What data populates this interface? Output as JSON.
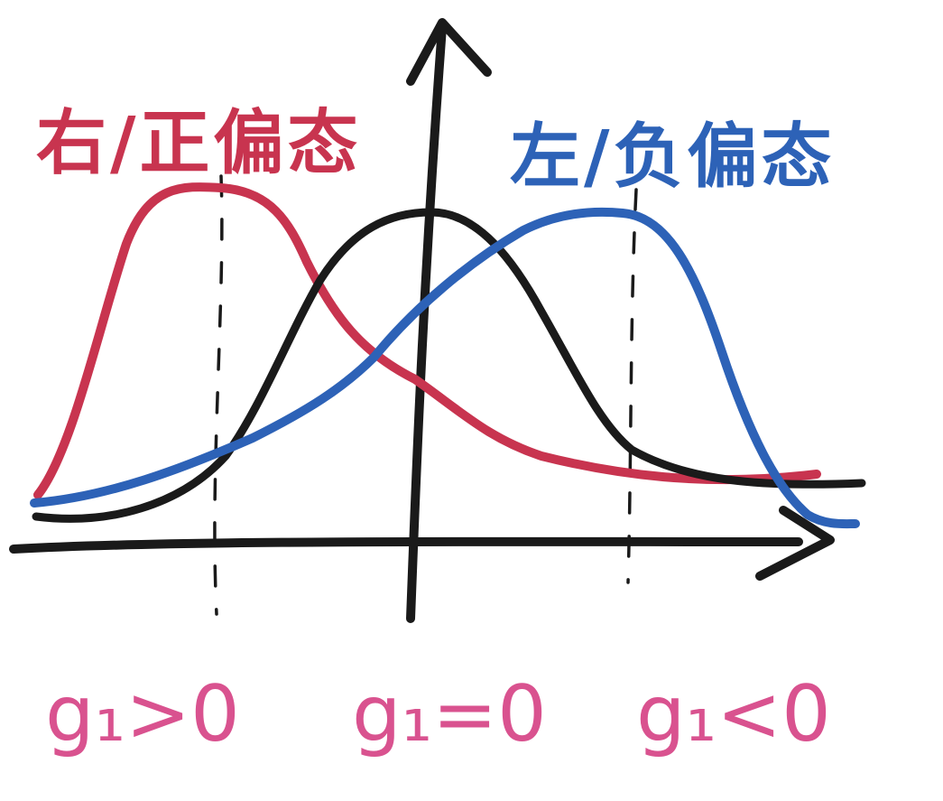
{
  "labels": {
    "right_skew": "右/正偏态",
    "left_skew": "左/负偏态",
    "g1_positive": "g₁>0",
    "g1_zero": "g₁=0",
    "g1_negative": "g₁<0"
  },
  "colors": {
    "axis": "#1a1a1a",
    "right_skew_curve": "#c8344f",
    "left_skew_curve": "#2d62b7",
    "normal_curve": "#1a1a1a",
    "bottom_labels": "#d9528f",
    "background": "#ffffff"
  },
  "curves": [
    {
      "id": "right-skew",
      "description_key": "right_skew"
    },
    {
      "id": "normal",
      "description_key": "g1_zero"
    },
    {
      "id": "left-skew",
      "description_key": "left_skew"
    }
  ]
}
